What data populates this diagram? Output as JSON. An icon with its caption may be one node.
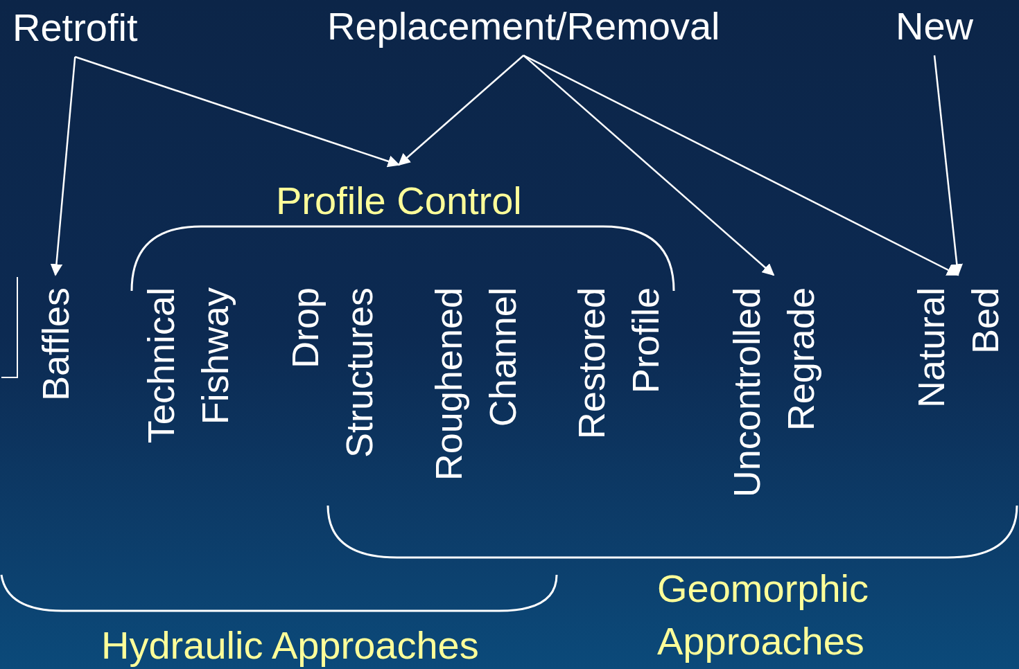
{
  "diagram": {
    "nodes": [
      {
        "text": [
          "Retrofit"
        ]
      },
      {
        "text": [
          "Replacement/Removal"
        ]
      },
      {
        "text": [
          "New"
        ]
      },
      {
        "text": [
          "Profile Control"
        ]
      },
      {
        "text": [
          "Baffles"
        ]
      },
      {
        "text": [
          "Technical Fishway"
        ]
      },
      {
        "text": [
          "Drop Structures"
        ]
      },
      {
        "text": [
          "Roughened Channel"
        ]
      },
      {
        "text": [
          "Restored Profile"
        ]
      },
      {
        "text": [
          "Uncontrolled Regrade"
        ]
      },
      {
        "text": [
          "Natural Bed"
        ]
      }
    ],
    "edges": [
      {
        "from": 0,
        "to": 4,
        "arrow": "to"
      },
      {
        "from": 0,
        "to": 3,
        "arrow": "to"
      },
      {
        "from": 1,
        "to": 3,
        "arrow": "to"
      },
      {
        "from": 1,
        "to": 9,
        "arrow": "to"
      },
      {
        "from": 1,
        "to": 10,
        "arrow": "to"
      },
      {
        "from": 2,
        "to": 10,
        "arrow": "to"
      }
    ],
    "labels": [
      "Hydraulic Approaches",
      "Geomorphic Approaches"
    ]
  }
}
